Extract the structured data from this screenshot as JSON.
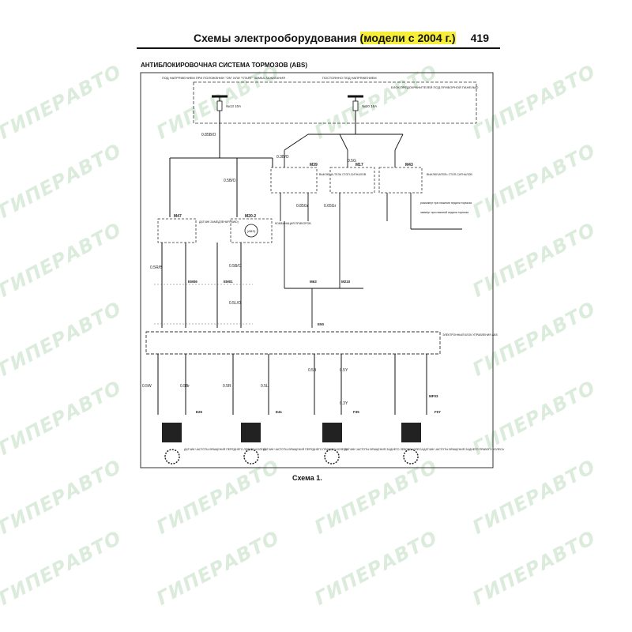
{
  "header": {
    "title_prefix": "Схемы электрооборудования",
    "title_highlight": "(модели с 2004 г.)",
    "page_number": "419"
  },
  "diagram": {
    "title": "АНТИБЛОКИРОВОЧНАЯ СИСТЕМА ТОРМОЗОВ (ABS)",
    "caption": "Схема 1.",
    "fuse_box_ign_label": "ПОД НАПРЯЖЕНИЕМ ПРИ ПОЛОЖЕНИИ ''ON'' ИЛИ ''START'' ЗАМКА ЗАЖИГАНИЯ",
    "fuse_box_const_label": "ПОСТОЯННО ПОД НАПРЯЖЕНИЕМ",
    "fuse_box_desc": "БЛОК ПРЕДОХРАНИТЕЛЕЙ ПОД ПРИБОРНОЙ ПАНЕЛЬЮ",
    "fuse_left": "№13 10А",
    "fuse_right": "№20 15А",
    "switch_m39": "M39",
    "switch_m17": "M17",
    "switch_m43": "M43",
    "switch_desc_1": "ВЫКЛЮЧА-ТЕЛЬ СТОП-СИГНАЛОВ",
    "switch_desc_2": "ВЫКЛЮЧАТЕЛЬ СТОП-СИГНАЛОВ",
    "legend_a": "разомкнут при нажатии педали тормоза",
    "legend_b": "замкнут при нажатой педали тормоза",
    "module_m47": "M47",
    "module_m47_desc": "ДАТЧИК ЗАМЕДЛЕНИЯ (4WD)",
    "module_m20": "M20-2",
    "module_m20_desc": "КОМБИНАЦИЯ ПРИБОРОВ",
    "abs_lamp": "(ABS)",
    "connector_em06": "EM06",
    "connector_em01": "EM01",
    "connector_m63": "M63",
    "connector_m210": "M210",
    "connector_e50": "E50",
    "connector_e25": "E25",
    "connector_e41": "E41",
    "connector_f35": "F35",
    "connector_f07": "F07",
    "connector_mf03": "MF03",
    "ecu_label": "ЭЛЕКТРОННЫЙ БЛОК УПРАВЛЕНИЯ ABS",
    "sensor_fl": "ДАТЧИК ЧАСТОТЫ ВРАЩЕНИЯ ПЕРЕДНЕГО ЛЕВОГО КОЛЕСА",
    "sensor_fr": "ДАТЧИК ЧАСТОТЫ ВРАЩЕНИЯ ПЕРЕДНЕГО ПРАВОГО КОЛЕСА",
    "sensor_rl": "ДАТЧИК ЧАСТОТЫ ВРАЩЕНИЯ ЗАДНЕГО ЛЕВОГО КОЛЕСА",
    "sensor_rr": "ДАТЧИК ЧАСТОТЫ ВРАЩЕНИЯ ЗАДНЕГО ПРАВОГО КОЛЕСА",
    "wire_labels": [
      "0.85B/O",
      "0.5B/O",
      "0.3B/O",
      "0.5R/B",
      "0.5B/O",
      "0.5L/O",
      "0.85Gr",
      "0.65Gr",
      "0.5G",
      "0.3Y",
      "0.5W",
      "0.5Br",
      "0.5R",
      "0.5L",
      "0.5B",
      "0.5Y"
    ]
  },
  "watermark": {
    "text": "ГИПЕРАВТО"
  }
}
